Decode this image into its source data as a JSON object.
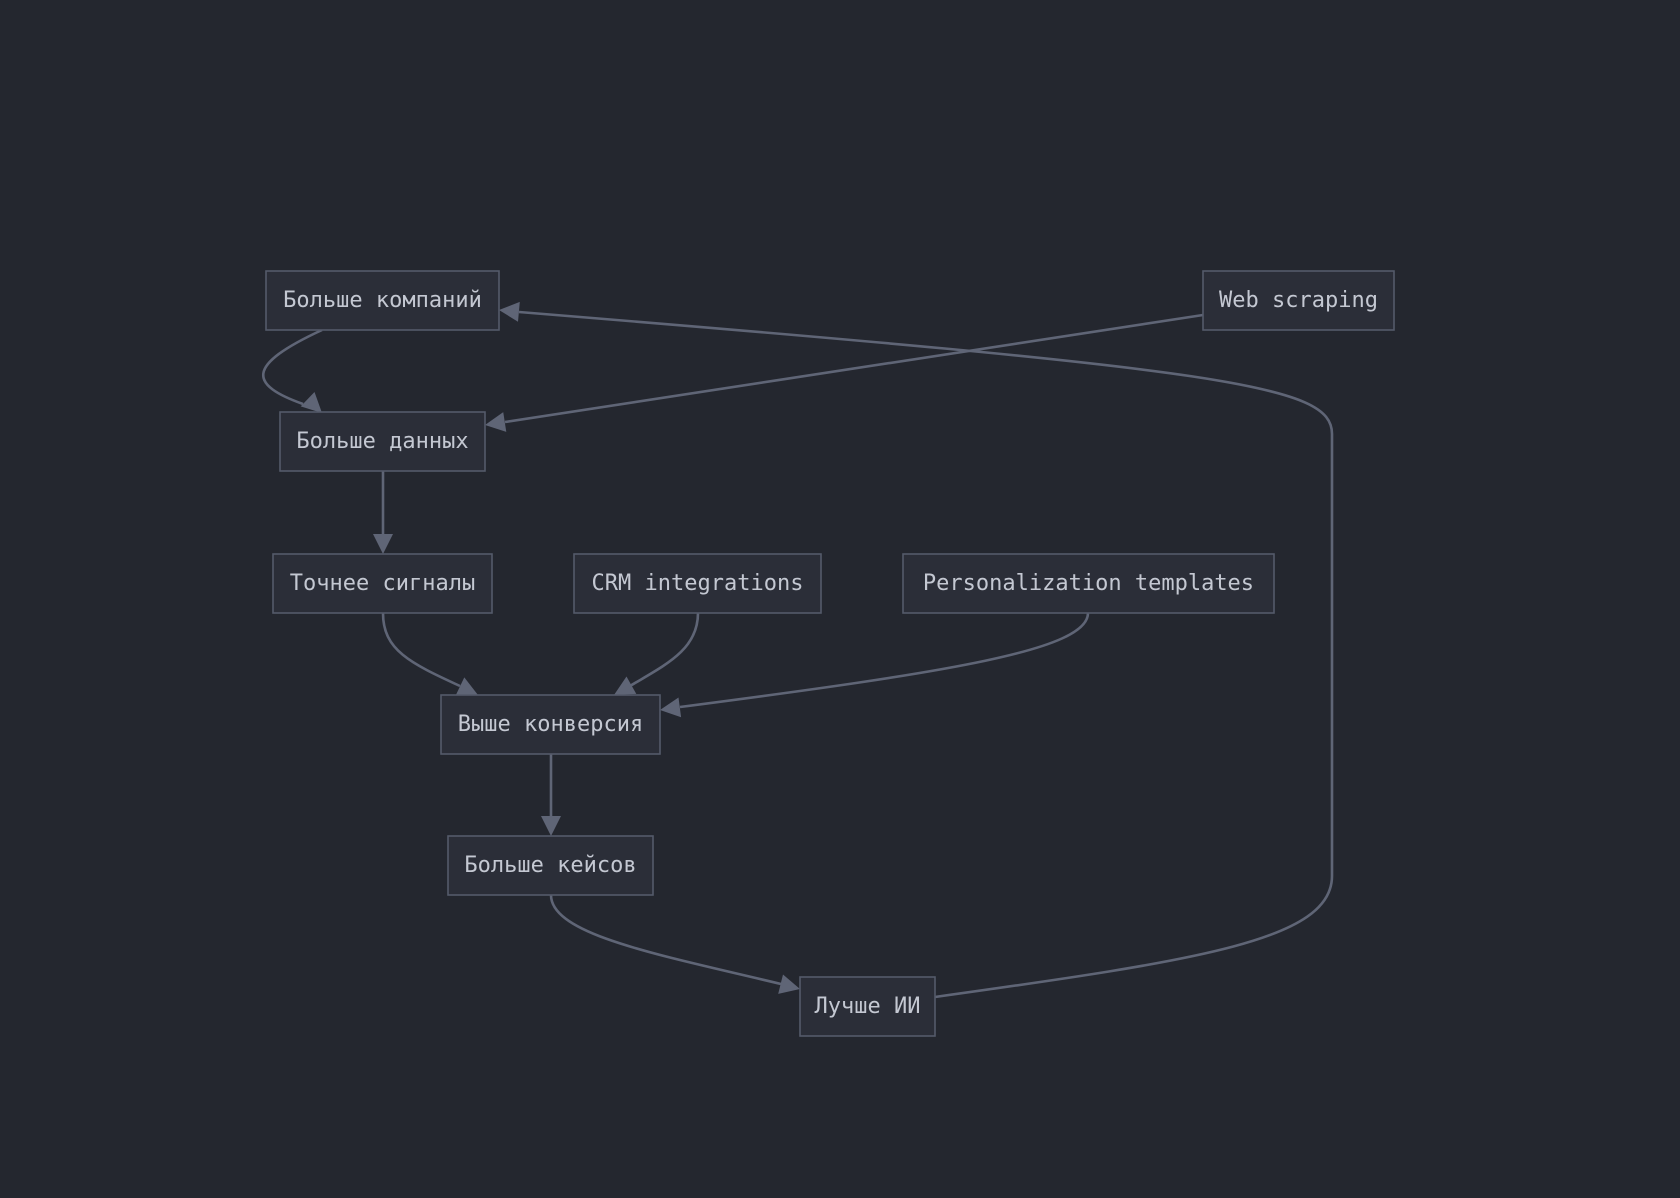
{
  "diagram": {
    "type": "flowchart",
    "colors": {
      "background": "#24272f",
      "node_fill": "#2b2e38",
      "node_border": "#545a6a",
      "edge": "#5f6576",
      "text": "#c4c8d2"
    },
    "nodes": [
      {
        "id": "more-companies",
        "label": "Больше компаний"
      },
      {
        "id": "web-scraping",
        "label": "Web scraping"
      },
      {
        "id": "more-data",
        "label": "Больше данных"
      },
      {
        "id": "precise-signals",
        "label": "Точнее сигналы"
      },
      {
        "id": "crm-integrations",
        "label": "CRM integrations"
      },
      {
        "id": "personalization-templates",
        "label": "Personalization templates"
      },
      {
        "id": "higher-conversion",
        "label": "Выше конверсия"
      },
      {
        "id": "more-cases",
        "label": "Больше кейсов"
      },
      {
        "id": "better-ai",
        "label": "Лучше ИИ"
      }
    ],
    "edges": [
      {
        "from": "more-companies",
        "to": "more-data"
      },
      {
        "from": "web-scraping",
        "to": "more-data"
      },
      {
        "from": "more-data",
        "to": "precise-signals"
      },
      {
        "from": "precise-signals",
        "to": "higher-conversion"
      },
      {
        "from": "crm-integrations",
        "to": "higher-conversion"
      },
      {
        "from": "personalization-templates",
        "to": "higher-conversion"
      },
      {
        "from": "higher-conversion",
        "to": "more-cases"
      },
      {
        "from": "more-cases",
        "to": "better-ai"
      },
      {
        "from": "better-ai",
        "to": "more-companies"
      }
    ]
  }
}
